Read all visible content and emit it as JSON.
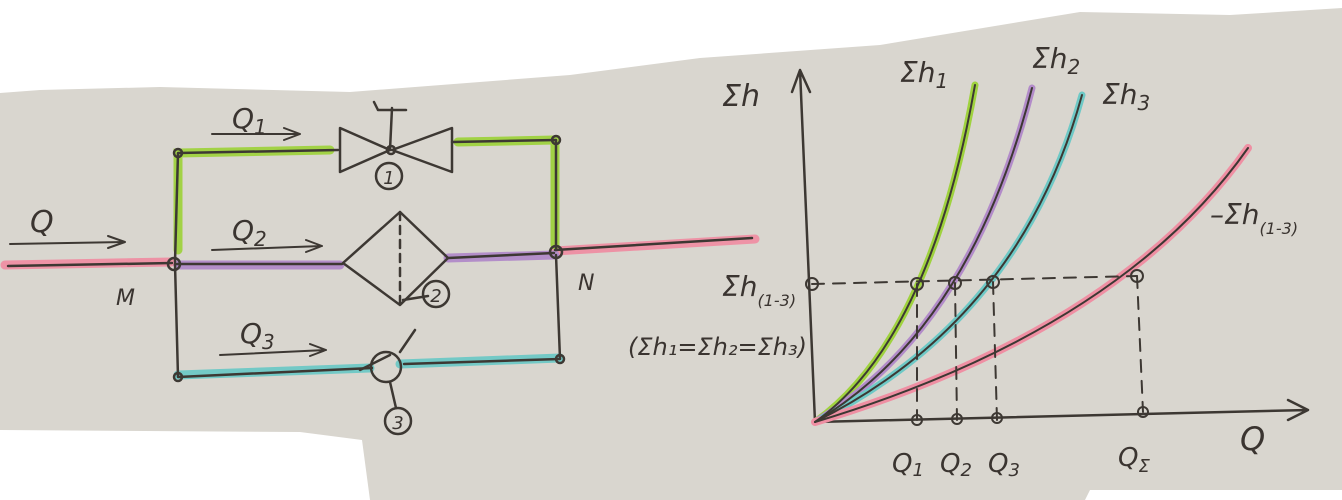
{
  "colors": {
    "paper": "#d9d6cf",
    "ink": "#3d3833",
    "branch1": "#9fd23e",
    "branch2": "#b28bc9",
    "branch3": "#6ec9c6",
    "total": "#ef8fa3"
  },
  "network": {
    "flow_in": "Q",
    "node_m": "M",
    "node_n": "N",
    "branches": [
      {
        "flow": "Q",
        "sub": "1",
        "device_number": "1",
        "device": "valve-icon"
      },
      {
        "flow": "Q",
        "sub": "2",
        "device_number": "2",
        "device": "filter-icon"
      },
      {
        "flow": "Q",
        "sub": "3",
        "device_number": "3",
        "device": "check-valve-icon"
      }
    ]
  },
  "plot": {
    "ylabel": "Σh",
    "xlabel": "Q",
    "curves": [
      {
        "name": "Σh",
        "sub": "1"
      },
      {
        "name": "Σh",
        "sub": "2"
      },
      {
        "name": "Σh",
        "sub": "3"
      },
      {
        "name": "–Σh",
        "sub": "(1-3)"
      }
    ],
    "level_label": "Σh",
    "level_sub": "(1-3)",
    "equality_note": "(Σh₁=Σh₂=Σh₃)",
    "x_ticks": [
      {
        "label": "Q",
        "sub": "1"
      },
      {
        "label": "Q",
        "sub": "2"
      },
      {
        "label": "Q",
        "sub": "3"
      },
      {
        "label": "Q",
        "sub": "Σ"
      }
    ]
  }
}
